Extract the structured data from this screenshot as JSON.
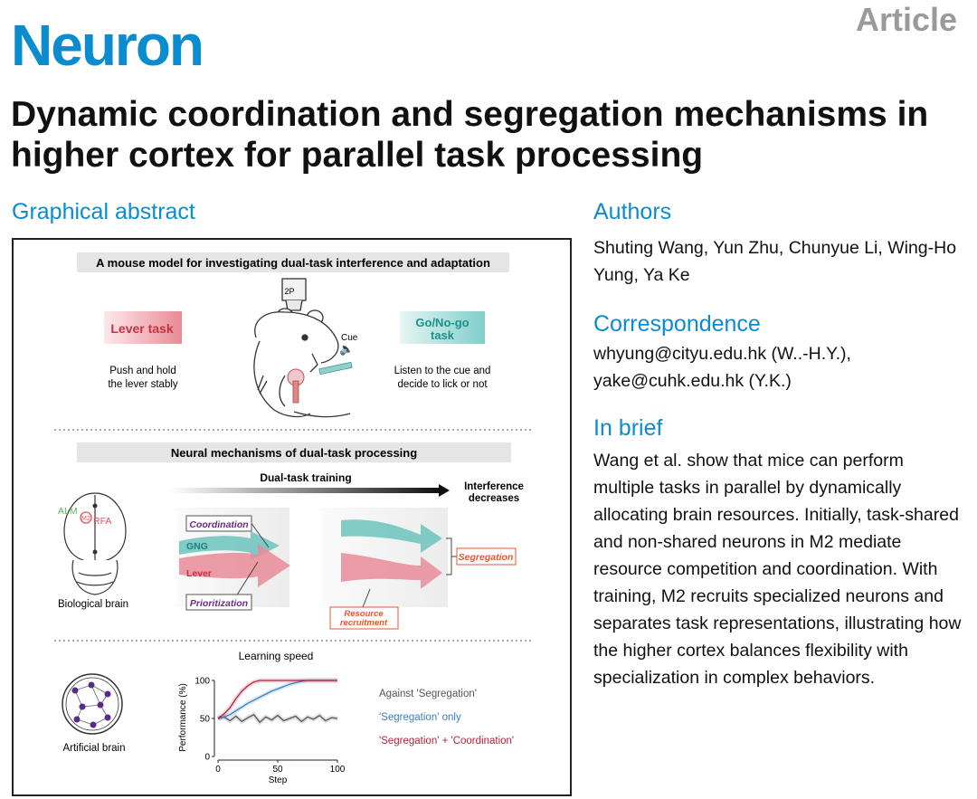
{
  "header": {
    "journal": "Neuron",
    "article_type": "Article",
    "title": "Dynamic coordination and segregation mechanisms in higher cortex for parallel task processing"
  },
  "sections": {
    "graphical_abstract": "Graphical abstract",
    "authors": "Authors",
    "correspondence": "Correspondence",
    "in_brief": "In brief"
  },
  "authors": "Shuting Wang, Yun Zhu, Chunyue Li, Wing-Ho Yung, Ya Ke",
  "correspondence": [
    "whyung@cityu.edu.hk (W..-H.Y.),",
    "yake@cuhk.edu.hk (Y.K.)"
  ],
  "in_brief": "Wang et al. show that mice can perform multiple tasks in parallel by dynamically allocating brain resources. Initially, task-shared and non-shared neurons in M2 mediate resource competition and coordination. With training, M2 recruits specialized neurons and separates task representations, illustrating how the higher cortex balances flexibility with specialization in complex behaviors.",
  "graphical_abstract": {
    "panel1_title": "A mouse model for investigating dual-task interference and adaptation",
    "lever_task": "Lever task",
    "lever_desc": [
      "Push and hold",
      "the lever stably"
    ],
    "gng_task": [
      "Go/No-go",
      "task"
    ],
    "gng_desc": [
      "Listen to the cue and",
      "decide to lick or not"
    ],
    "cue": "Cue",
    "microscope": "2P",
    "panel2_title": "Neural mechanisms of dual-task processing",
    "dual_task_training": "Dual-task training",
    "interference": [
      "Interference",
      "decreases"
    ],
    "alm": "ALM",
    "rfa": "RFA",
    "m2": "M2",
    "biological_brain": "Biological brain",
    "coordination": "Coordination",
    "gng": "GNG",
    "lever": "Lever",
    "prioritization": "Prioritization",
    "segregation": "Segregation",
    "resource_recruitment": [
      "Resource",
      "recruitment"
    ],
    "artificial_brain": "Artificial brain",
    "learning_speed": "Learning speed",
    "performance_axis": "Performance (%)",
    "step_axis": "Step",
    "legend": [
      "Against 'Segregation'",
      "'Segregation' only",
      "'Segregation' + 'Coordination'"
    ],
    "legend_colors": [
      "#555555",
      "#3a7fc0",
      "#b2223a"
    ],
    "accent_colors": {
      "lever": "#d9545f",
      "gng": "#3aa9a9",
      "coordination": "#6a2a8a",
      "segregation": "#e4572e"
    }
  },
  "chart_data": {
    "type": "line",
    "title": "Learning speed",
    "xlabel": "Step",
    "ylabel": "Performance (%)",
    "xlim": [
      0,
      100
    ],
    "ylim": [
      0,
      100
    ],
    "xticks": [
      0,
      50,
      100
    ],
    "yticks": [
      0,
      50,
      100
    ],
    "x": [
      0,
      5,
      10,
      15,
      20,
      25,
      30,
      35,
      40,
      45,
      50,
      55,
      60,
      65,
      70,
      75,
      80,
      85,
      90,
      95,
      100
    ],
    "series": [
      {
        "name": "Against 'Segregation'",
        "values": [
          50,
          52,
          47,
          53,
          46,
          51,
          55,
          45,
          52,
          48,
          54,
          47,
          50,
          53,
          46,
          52,
          49,
          54,
          47,
          51,
          50
        ]
      },
      {
        "name": "'Segregation' only",
        "values": [
          50,
          52,
          55,
          60,
          65,
          70,
          74,
          78,
          82,
          86,
          89,
          92,
          95,
          97,
          99,
          100,
          100,
          100,
          100,
          100,
          100
        ]
      },
      {
        "name": "'Segregation' + 'Coordination'",
        "values": [
          50,
          56,
          64,
          76,
          86,
          93,
          98,
          100,
          100,
          100,
          100,
          100,
          100,
          100,
          100,
          100,
          100,
          100,
          100,
          100,
          100
        ]
      }
    ]
  }
}
